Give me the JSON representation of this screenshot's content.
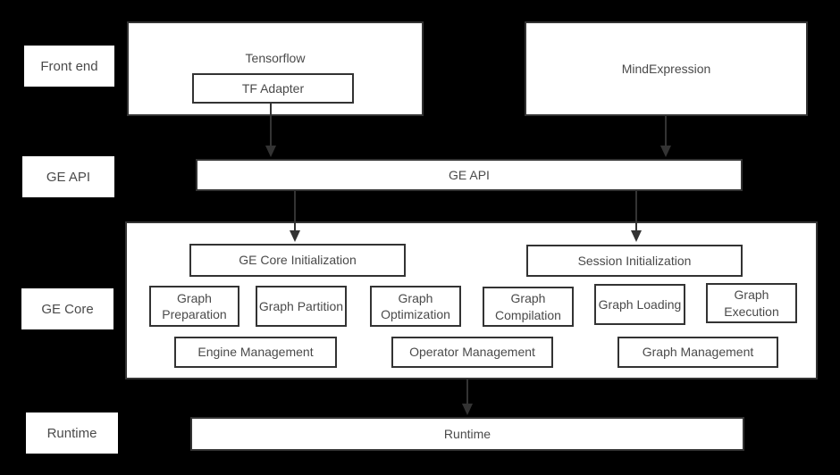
{
  "colors": {
    "background": "#000000",
    "box_fill": "#ffffff",
    "box_border": "#333333",
    "text": "#4a4a4a",
    "arrow": "#333333"
  },
  "row_labels": {
    "front_end": "Front end",
    "ge_api": "GE API",
    "ge_core": "GE Core",
    "runtime": "Runtime"
  },
  "front_end": {
    "tensorflow": "Tensorflow",
    "tf_adapter": "TF Adapter",
    "mind_expression": "MindExpression"
  },
  "ge_api": {
    "label": "GE API"
  },
  "ge_core": {
    "ge_core_initialization": "GE Core Initialization",
    "session_initialization": "Session Initialization",
    "graph_preparation": "Graph Preparation",
    "graph_partition": "Graph Partition",
    "graph_optimization": "Graph Optimization",
    "graph_compilation": "Graph Compilation",
    "graph_loading": "Graph Loading",
    "graph_execution": "Graph Execution",
    "engine_management": "Engine Management",
    "operator_management": "Operator Management",
    "graph_management": "Graph Management"
  },
  "runtime": {
    "label": "Runtime"
  }
}
